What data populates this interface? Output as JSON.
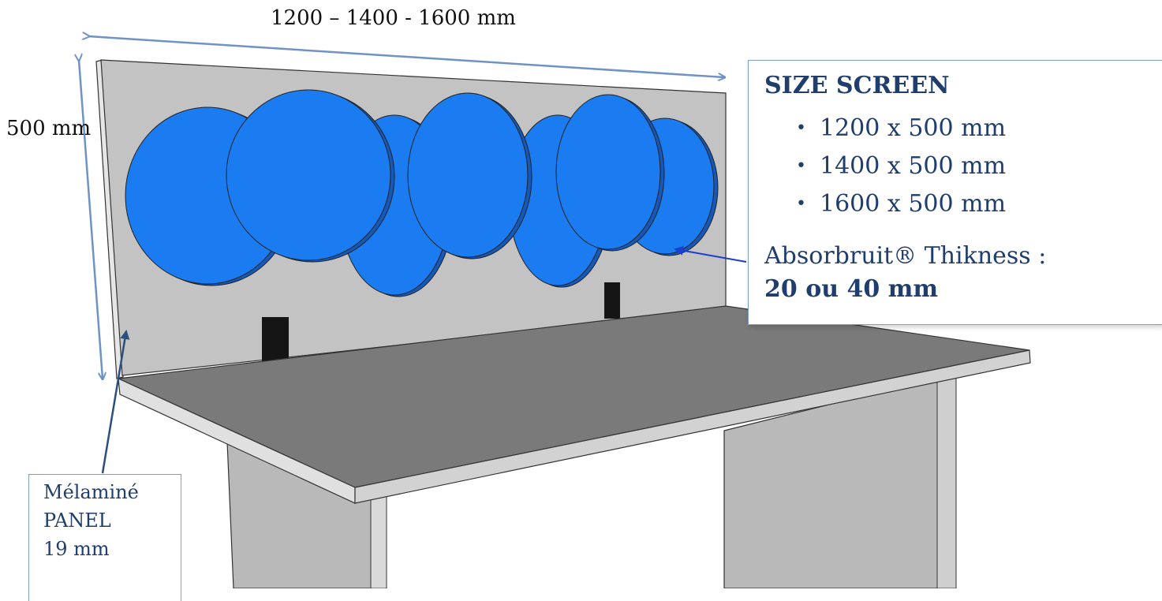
{
  "dimensions": {
    "width_label": "1200 – 1400 - 1600 mm",
    "height_label": "500 mm"
  },
  "size_box": {
    "title": "SIZE SCREEN",
    "sizes": [
      "1200 x 500 mm",
      "1400 x 500 mm",
      "1600 x 500 mm"
    ],
    "thickness_label": "Absorbruit® Thikness :",
    "thickness_value": "20 ou 40 mm"
  },
  "panel_box": {
    "line1": "Mélaminé",
    "line2": "PANEL",
    "line3": "19 mm"
  },
  "colors": {
    "acoustic_disc": "#1a7cf0",
    "screen_panel": "#c3c3c3",
    "desk_top": "#7a7a7a",
    "desk_edge": "#d6d6d6",
    "desk_legs": "#b8b8b8",
    "arrow": "#6f93c4",
    "callout_text": "#1f3e6e"
  },
  "icons": {
    "list_bullet": "•"
  }
}
